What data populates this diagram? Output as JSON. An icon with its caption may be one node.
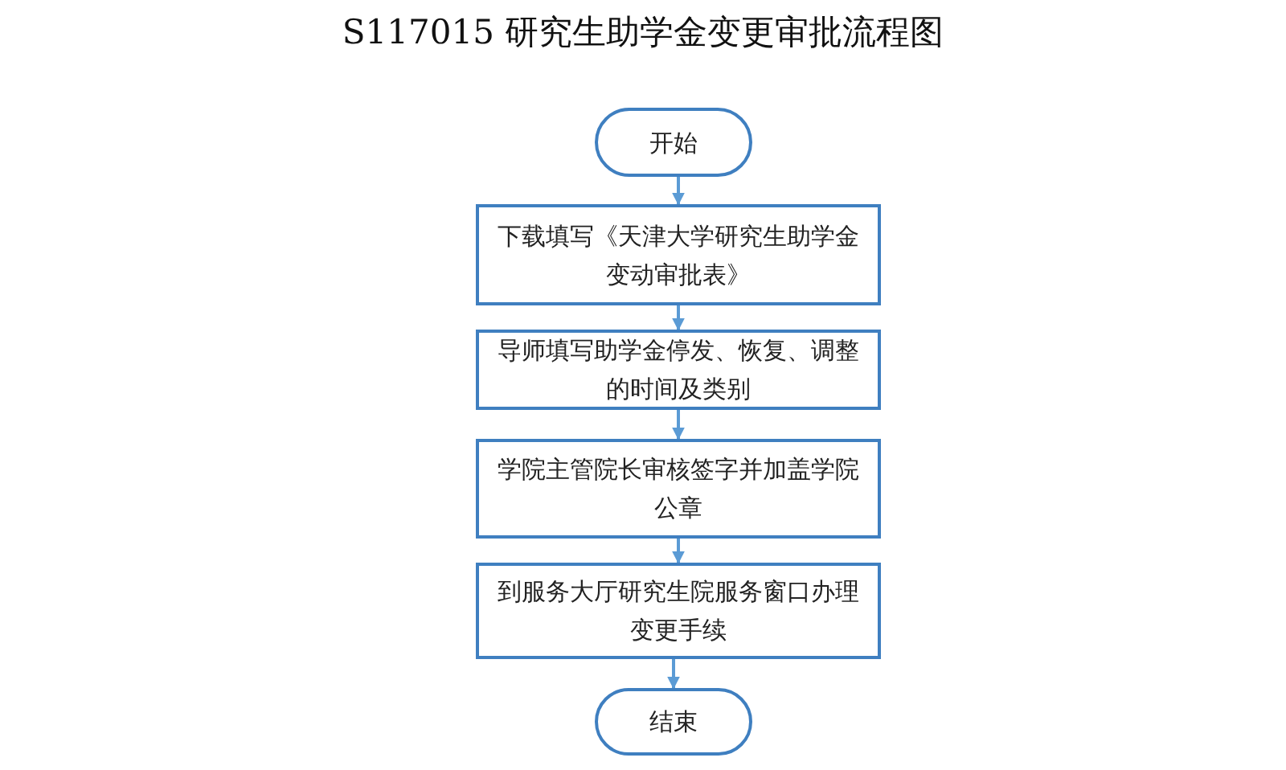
{
  "diagram": {
    "title": "S117015 研究生助学金变更审批流程图",
    "nodes": [
      {
        "text": [
          "开始"
        ]
      },
      {
        "text": [
          "下载填写《天津大学研究生助学金变动审批表》"
        ]
      },
      {
        "text": [
          "导师填写助学金停发、恢复、调整的时间及类别"
        ]
      },
      {
        "text": [
          "学院主管院长审核签字并加盖学院公章"
        ]
      },
      {
        "text": [
          "到服务大厅研究生院服务窗口办理变更手续"
        ]
      },
      {
        "text": [
          "结束"
        ]
      }
    ],
    "edges": [
      {
        "from": 0,
        "to": 1,
        "arrow": "to"
      },
      {
        "from": 1,
        "to": 2,
        "arrow": "to"
      },
      {
        "from": 2,
        "to": 3,
        "arrow": "to"
      },
      {
        "from": 3,
        "to": 4,
        "arrow": "to"
      },
      {
        "from": 4,
        "to": 5,
        "arrow": "to"
      }
    ]
  }
}
